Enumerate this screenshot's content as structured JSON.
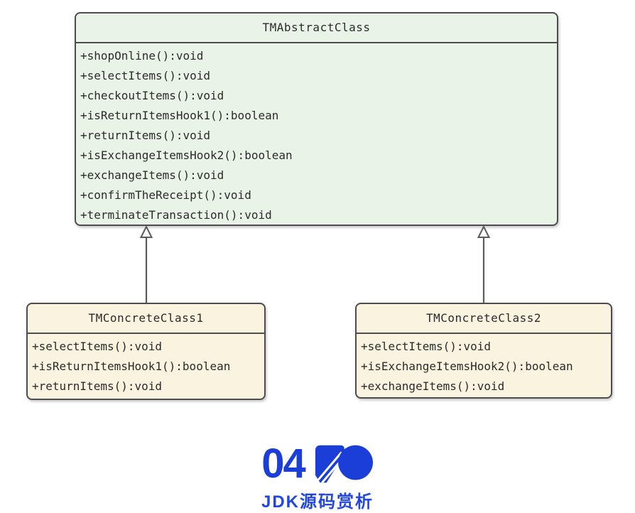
{
  "diagram": {
    "type": "uml-class-diagram",
    "classes": [
      {
        "id": "abstract",
        "title": "TMAbstractClass",
        "methods": [
          "+shopOnline():void",
          "+selectItems():void",
          "+checkoutItems():void",
          "+isReturnItemsHook1():boolean",
          "+returnItems():void",
          "+isExchangeItemsHook2():boolean",
          "+exchangeItems():void",
          "+confirmTheReceipt():void",
          "+terminateTransaction():void"
        ]
      },
      {
        "id": "concrete1",
        "title": "TMConcreteClass1",
        "methods": [
          "+selectItems():void",
          "+isReturnItemsHook1():boolean",
          "+returnItems():void"
        ]
      },
      {
        "id": "concrete2",
        "title": "TMConcreteClass2",
        "methods": [
          "+selectItems():void",
          "+isExchangeItemsHook2():boolean",
          "+exchangeItems():void"
        ]
      }
    ],
    "relations": [
      {
        "from": "TMConcreteClass1",
        "to": "TMAbstractClass",
        "type": "generalization"
      },
      {
        "from": "TMConcreteClass2",
        "to": "TMAbstractClass",
        "type": "generalization"
      }
    ]
  },
  "footer": {
    "number": "04",
    "caption": "JDK源码赏析"
  },
  "colors": {
    "abstract_fill": "#eaf3e8",
    "concrete_fill": "#f9f3df",
    "box_border": "#4d4d4d",
    "arrow": "#5b5b5b",
    "text": "#2b2b2b",
    "brand_blue": "#1b3ed8"
  }
}
